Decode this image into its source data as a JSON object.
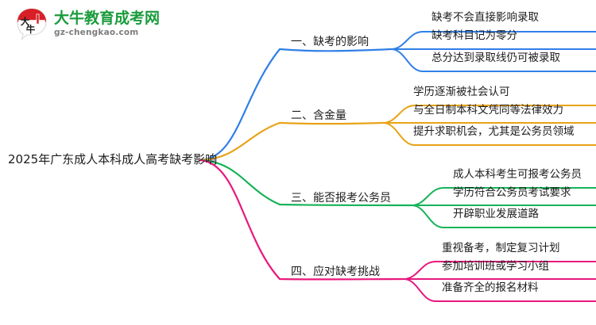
{
  "logo": {
    "mark_name": "daniu-bull-logo",
    "title": "大牛教育成考网",
    "subtitle": "gz-chengkao.com",
    "title_color": "#1a9b3c",
    "subtitle_color": "#7d7d7d",
    "mark_color": "#d81f26"
  },
  "mindmap": {
    "root": {
      "label": "2025年广东成人本科成人高考缺考影响"
    },
    "branches": [
      {
        "index": "1",
        "label": "一、缺考的影响",
        "color": "#2f7fe8",
        "children": [
          {
            "label": "缺考不会直接影响录取"
          },
          {
            "label": "缺考科目记为零分"
          },
          {
            "label": "总分达到录取线仍可被录取"
          }
        ]
      },
      {
        "index": "2",
        "label": "二、含金量",
        "color": "#e8a317",
        "children": [
          {
            "label": "学历逐渐被社会认可"
          },
          {
            "label": "与全日制本科文凭同等法律效力"
          },
          {
            "label": "提升求职机会，尤其是公务员领域"
          }
        ]
      },
      {
        "index": "3",
        "label": "三、能否报考公务员",
        "color": "#15b358",
        "children": [
          {
            "label": "成人本科考生可报考公务员"
          },
          {
            "label": "学历符合公务员考试要求"
          },
          {
            "label": "开辟职业发展道路"
          }
        ]
      },
      {
        "index": "4",
        "label": "四、应对缺考挑战",
        "color": "#e8197d",
        "children": [
          {
            "label": "重视备考，制定复习计划"
          },
          {
            "label": "参加培训班或学习小组"
          },
          {
            "label": "准备齐全的报名材料"
          }
        ]
      }
    ]
  }
}
